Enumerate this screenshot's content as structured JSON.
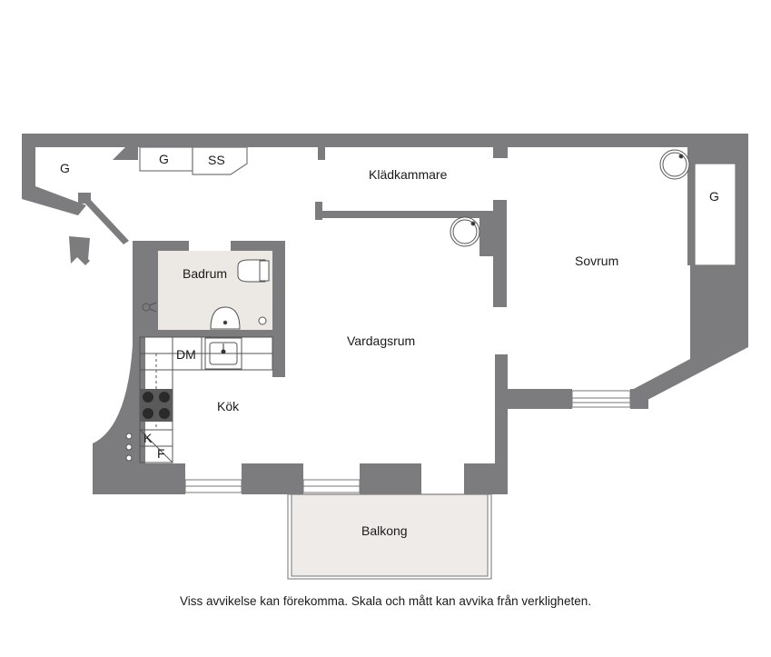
{
  "rooms": {
    "wardrobe_left": "G",
    "wardrobe_mid": "G",
    "wardrobe_ss": "SS",
    "walk_in_closet": "Klädkammare",
    "wardrobe_right": "G",
    "bathroom": "Badrum",
    "bedroom": "Sovrum",
    "living_room": "Vardagsrum",
    "dishwasher": "DM",
    "kitchen": "Kök",
    "fridge": "K",
    "freezer": "F",
    "balcony": "Balkong"
  },
  "disclaimer": "Viss avvikelse kan förekomma. Skala och mått kan avvika från verkligheten.",
  "colors": {
    "wall": "#7c7c7e",
    "bathroom_floor": "#ece8e4",
    "balcony_floor": "#efebe8",
    "line": "#555555"
  }
}
